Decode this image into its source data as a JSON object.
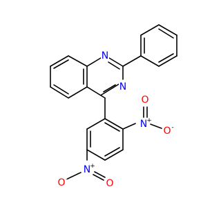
{
  "molecule": {
    "atoms": {
      "n1": {
        "symbol": "N",
        "color": "#0000FF"
      },
      "n3": {
        "symbol": "N",
        "color": "#0000FF"
      },
      "no2_a_n": {
        "symbol": "N",
        "charge": "+",
        "color": "#0000FF"
      },
      "no2_a_o1": {
        "symbol": "O",
        "charge": "-",
        "color": "#FF0000"
      },
      "no2_a_o2": {
        "symbol": "O",
        "color": "#FF0000"
      },
      "no2_b_n": {
        "symbol": "N",
        "charge": "+",
        "color": "#0000FF"
      },
      "no2_b_o1": {
        "symbol": "O",
        "charge": "-",
        "color": "#FF0000"
      },
      "no2_b_o2": {
        "symbol": "O",
        "color": "#FF0000"
      }
    },
    "bond_color": "#000000",
    "background": "#FFFFFF"
  }
}
